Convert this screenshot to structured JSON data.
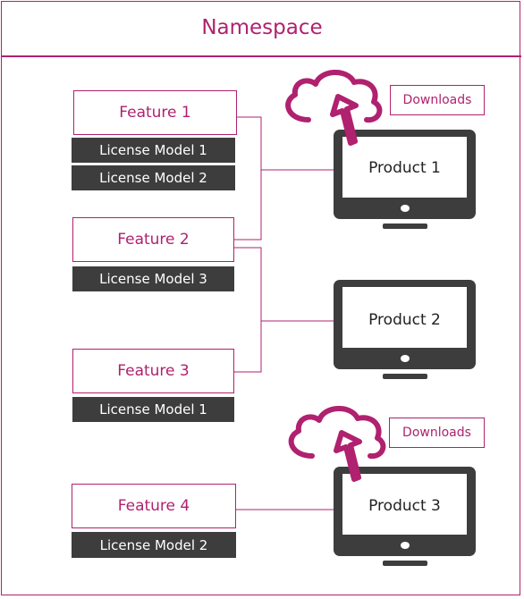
{
  "title": "Namespace",
  "features": [
    {
      "label": "Feature 1",
      "licenses": [
        "License Model 1",
        "License Model 2"
      ]
    },
    {
      "label": "Feature 2",
      "licenses": [
        "License Model 3"
      ]
    },
    {
      "label": "Feature 3",
      "licenses": [
        "License Model 1"
      ]
    },
    {
      "label": "Feature 4",
      "licenses": [
        "License Model 2"
      ]
    }
  ],
  "products": [
    {
      "label": "Product 1",
      "downloads": "Downloads"
    },
    {
      "label": "Product 2"
    },
    {
      "label": "Product 3",
      "downloads": "Downloads"
    }
  ],
  "colors": {
    "accent": "#b0216f",
    "dark": "#3d3d3d"
  },
  "icons": [
    "cloud-upload-icon",
    "monitor-icon"
  ]
}
